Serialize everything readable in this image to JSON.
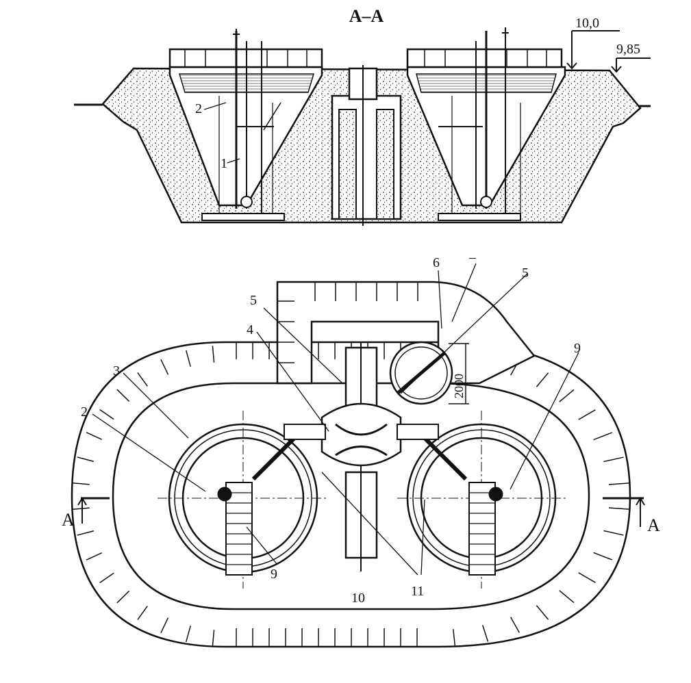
{
  "section": {
    "title": "A–A",
    "elevation_top": "10,0",
    "elevation_ground": "9,85",
    "labels": [
      "1",
      "2"
    ]
  },
  "plan": {
    "dimension": "2000",
    "callouts": [
      "2",
      "3",
      "4",
      "5",
      "6",
      "–",
      "5",
      "9",
      "9",
      "10",
      "11"
    ],
    "section_marks": [
      "A",
      "A"
    ]
  },
  "colors": {
    "ink": "#111111",
    "paper": "#ffffff",
    "soil": "#d9d9d9"
  }
}
